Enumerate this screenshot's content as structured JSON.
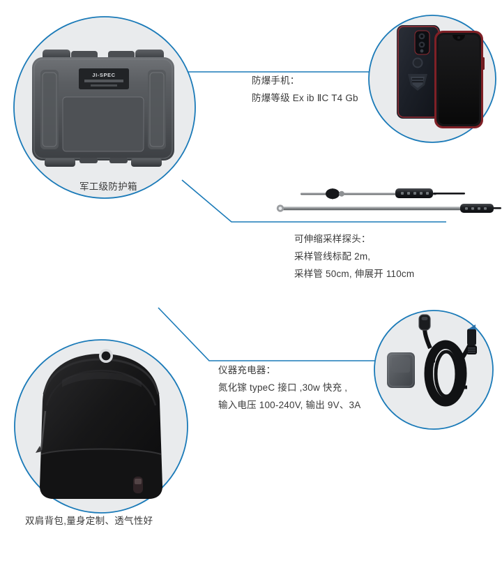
{
  "diagram": {
    "accent_color": "#1a7ab8",
    "circle_fill": "#e9ebed",
    "text_color": "#3a3a3a",
    "background": "#ffffff"
  },
  "nodes": {
    "case": {
      "caption": "军工级防护箱",
      "label_on_product": "JI-SPEC",
      "icon": "protective-case"
    },
    "phone": {
      "title": "防爆手机：",
      "spec": "防爆等级  Ex ib ⅡC T4 Gb",
      "icon": "explosion-proof-phone"
    },
    "probe": {
      "title": "可伸缩采样探头：",
      "line2": "采样管线标配 2m,",
      "line3": "采样管 50cm, 伸展开 110cm",
      "icon": "telescopic-sampling-probe"
    },
    "charger": {
      "title": "仪器充电器：",
      "line2": "氮化镓 typeC 接口 ,30w 快充 ,",
      "line3": "输入电压 100-240V, 输出 9V、3A",
      "icon": "gan-charger-and-cable"
    },
    "backpack": {
      "caption": "双肩背包,量身定制、透气性好",
      "icon": "shoulder-backpack"
    }
  }
}
